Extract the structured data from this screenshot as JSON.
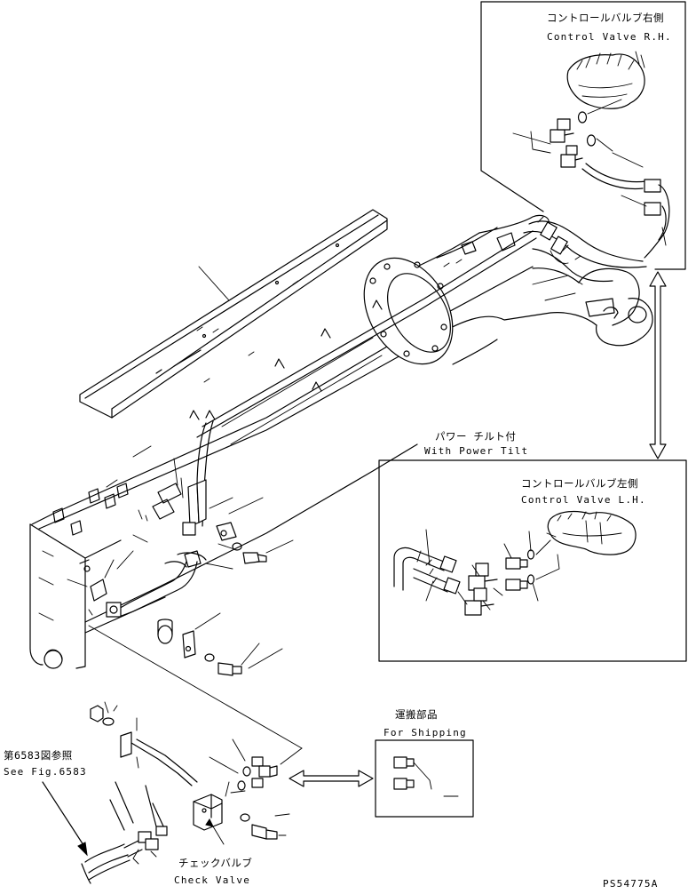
{
  "callouts": {
    "control_valve_rh": {
      "jp": "コントロールバルブ右側",
      "en": "Control Valve R.H."
    },
    "power_tilt": {
      "jp": "パワー チルト付",
      "en": "With Power Tilt"
    },
    "control_valve_lh": {
      "jp": "コントロールバルブ左側",
      "en": "Control Valve L.H."
    },
    "shipping": {
      "jp": "運搬部品",
      "en": "For Shipping"
    },
    "see_fig": {
      "jp": "第6583図参照",
      "en": "See Fig.6583"
    },
    "check_valve": {
      "jp": "チェックバルブ",
      "en": "Check Valve"
    }
  },
  "figure_id": "PS54775A"
}
